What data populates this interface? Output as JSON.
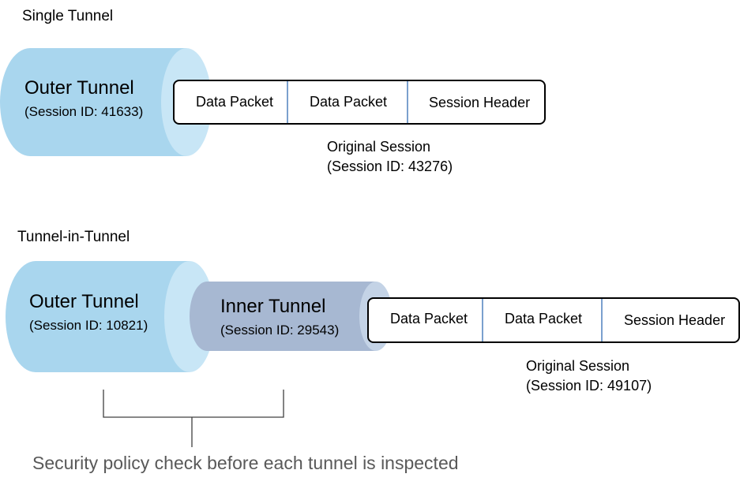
{
  "single": {
    "title": "Single Tunnel",
    "outer_tunnel": {
      "name": "Outer Tunnel",
      "session": "(Session ID: 41633)"
    },
    "packets": [
      "Data Packet",
      "Data Packet",
      "Session Header"
    ],
    "original_session": {
      "line1": "Original Session",
      "line2": "(Session ID: 43276)"
    }
  },
  "nested": {
    "title": "Tunnel-in-Tunnel",
    "outer_tunnel": {
      "name": "Outer Tunnel",
      "session": "(Session ID: 10821)"
    },
    "inner_tunnel": {
      "name": "Inner Tunnel",
      "session": "(Session ID: 29543)"
    },
    "packets": [
      "Data Packet",
      "Data Packet",
      "Session Header"
    ],
    "original_session": {
      "line1": "Original Session",
      "line2": "(Session ID: 49107)"
    }
  },
  "caption": "Security policy check before each tunnel is inspected",
  "colors": {
    "outer_tunnel_body": "#a9d6ee",
    "outer_tunnel_face": "#c8e6f6",
    "inner_tunnel_body": "#a7b8d2",
    "inner_tunnel_face": "#c4d3e6",
    "packet_border": "#000000",
    "divider": "#4f81bd",
    "bracket": "#404040",
    "caption_text": "#595959"
  }
}
